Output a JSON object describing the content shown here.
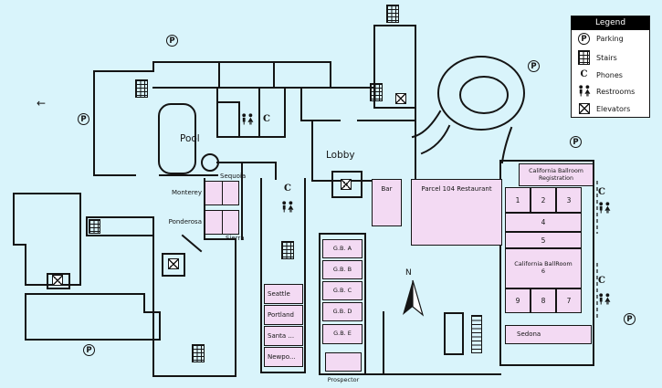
{
  "legend": {
    "title": "Legend",
    "items": [
      {
        "label": "Parking"
      },
      {
        "label": "Stairs"
      },
      {
        "label": "Phones"
      },
      {
        "label": "Restrooms"
      },
      {
        "label": "Elevators"
      }
    ]
  },
  "symbols": {
    "parking": "P",
    "phone": "C",
    "north": "N",
    "west_arrow": "←"
  },
  "areas": {
    "lobby": "Lobby",
    "pool": "Pool",
    "bar": "Bar",
    "restaurant": "Parcel 104 Restaurant",
    "registration_line1": "California Ballroom",
    "registration_line2": "Registration",
    "ballroom_name": "California BallRoom",
    "ballroom_number": "6",
    "sedona": "Sedona",
    "prospector": "Prospector"
  },
  "rooms": {
    "monterey": "Monterey",
    "ponderosa": "Ponderosa",
    "sequoia": "Sequoia",
    "sierra": "Sierra",
    "seattle": "Seattle",
    "portland": "Portland",
    "santa": "Santa ...",
    "newport": "Newpo...",
    "gb": [
      "G.B. A",
      "G.B. B",
      "G.B. C",
      "G.B. D",
      "G.B. E"
    ],
    "ballroom_row1": [
      "1",
      "2",
      "3"
    ],
    "ballroom_row2": "4",
    "ballroom_row3": "5",
    "ballroom_row4": [
      "9",
      "8",
      "7"
    ]
  }
}
